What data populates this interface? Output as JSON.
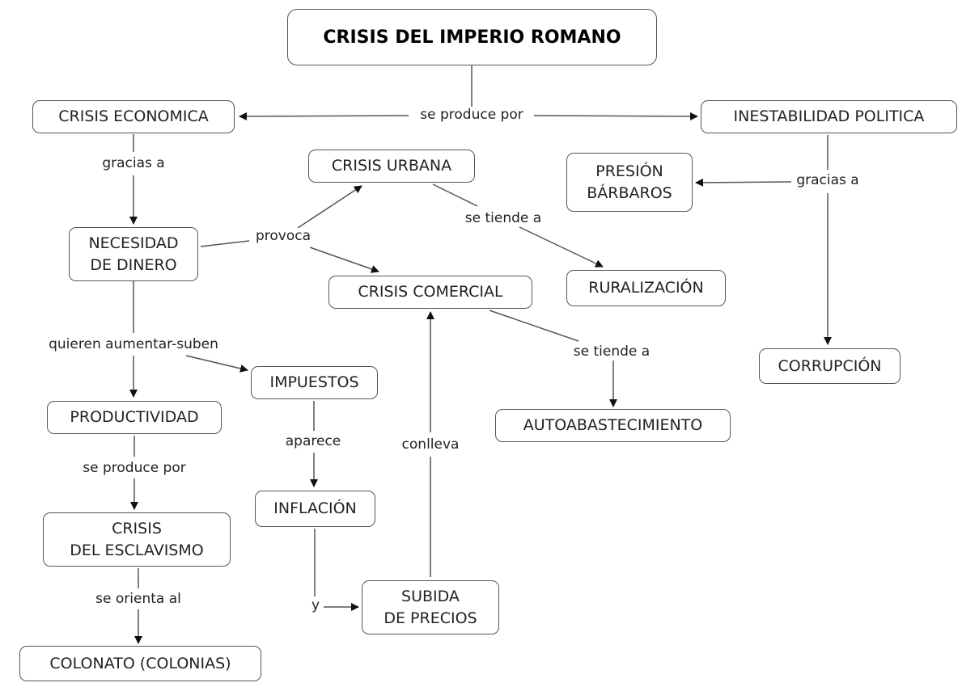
{
  "title": "CRISIS DEL IMPERIO ROMANO",
  "nodes": {
    "root": "CRISIS DEL IMPERIO ROMANO",
    "crisis_economica": "CRISIS ECONOMICA",
    "inestabilidad": "INESTABILIDAD POLITICA",
    "crisis_urbana": "CRISIS URBANA",
    "presion": "PRESIÓN\nBÁRBAROS",
    "necesidad": "NECESIDAD\nDE DINERO",
    "comercial": "CRISIS  COMERCIAL",
    "ruralizacion": "RURALIZACIÓN",
    "corrupcion": "CORRUPCIÓN",
    "impuestos": "IMPUESTOS",
    "productividad": "PRODUCTIVIDAD",
    "autoabastecimiento": "AUTOABASTECIMIENTO",
    "inflacion": "INFLACIÓN",
    "esclavismo": "CRISIS\nDEL ESCLAVISMO",
    "subida": "SUBIDA\nDE PRECIOS",
    "colonato": "COLONATO (COLONIAS)"
  },
  "links": {
    "se_produce_por_top": "se produce por",
    "gracias_a_left": "gracias a",
    "gracias_a_right": "gracias a",
    "provoca": "provoca",
    "se_tiende_a_urbana": "se tiende a",
    "quieren": "quieren aumentar-suben",
    "se_tiende_a_comercial": "se tiende a",
    "aparece": "aparece",
    "conlleva": "conlleva",
    "se_produce_por_prod": "se produce por",
    "se_orienta_al": "se orienta al",
    "y": "y"
  }
}
